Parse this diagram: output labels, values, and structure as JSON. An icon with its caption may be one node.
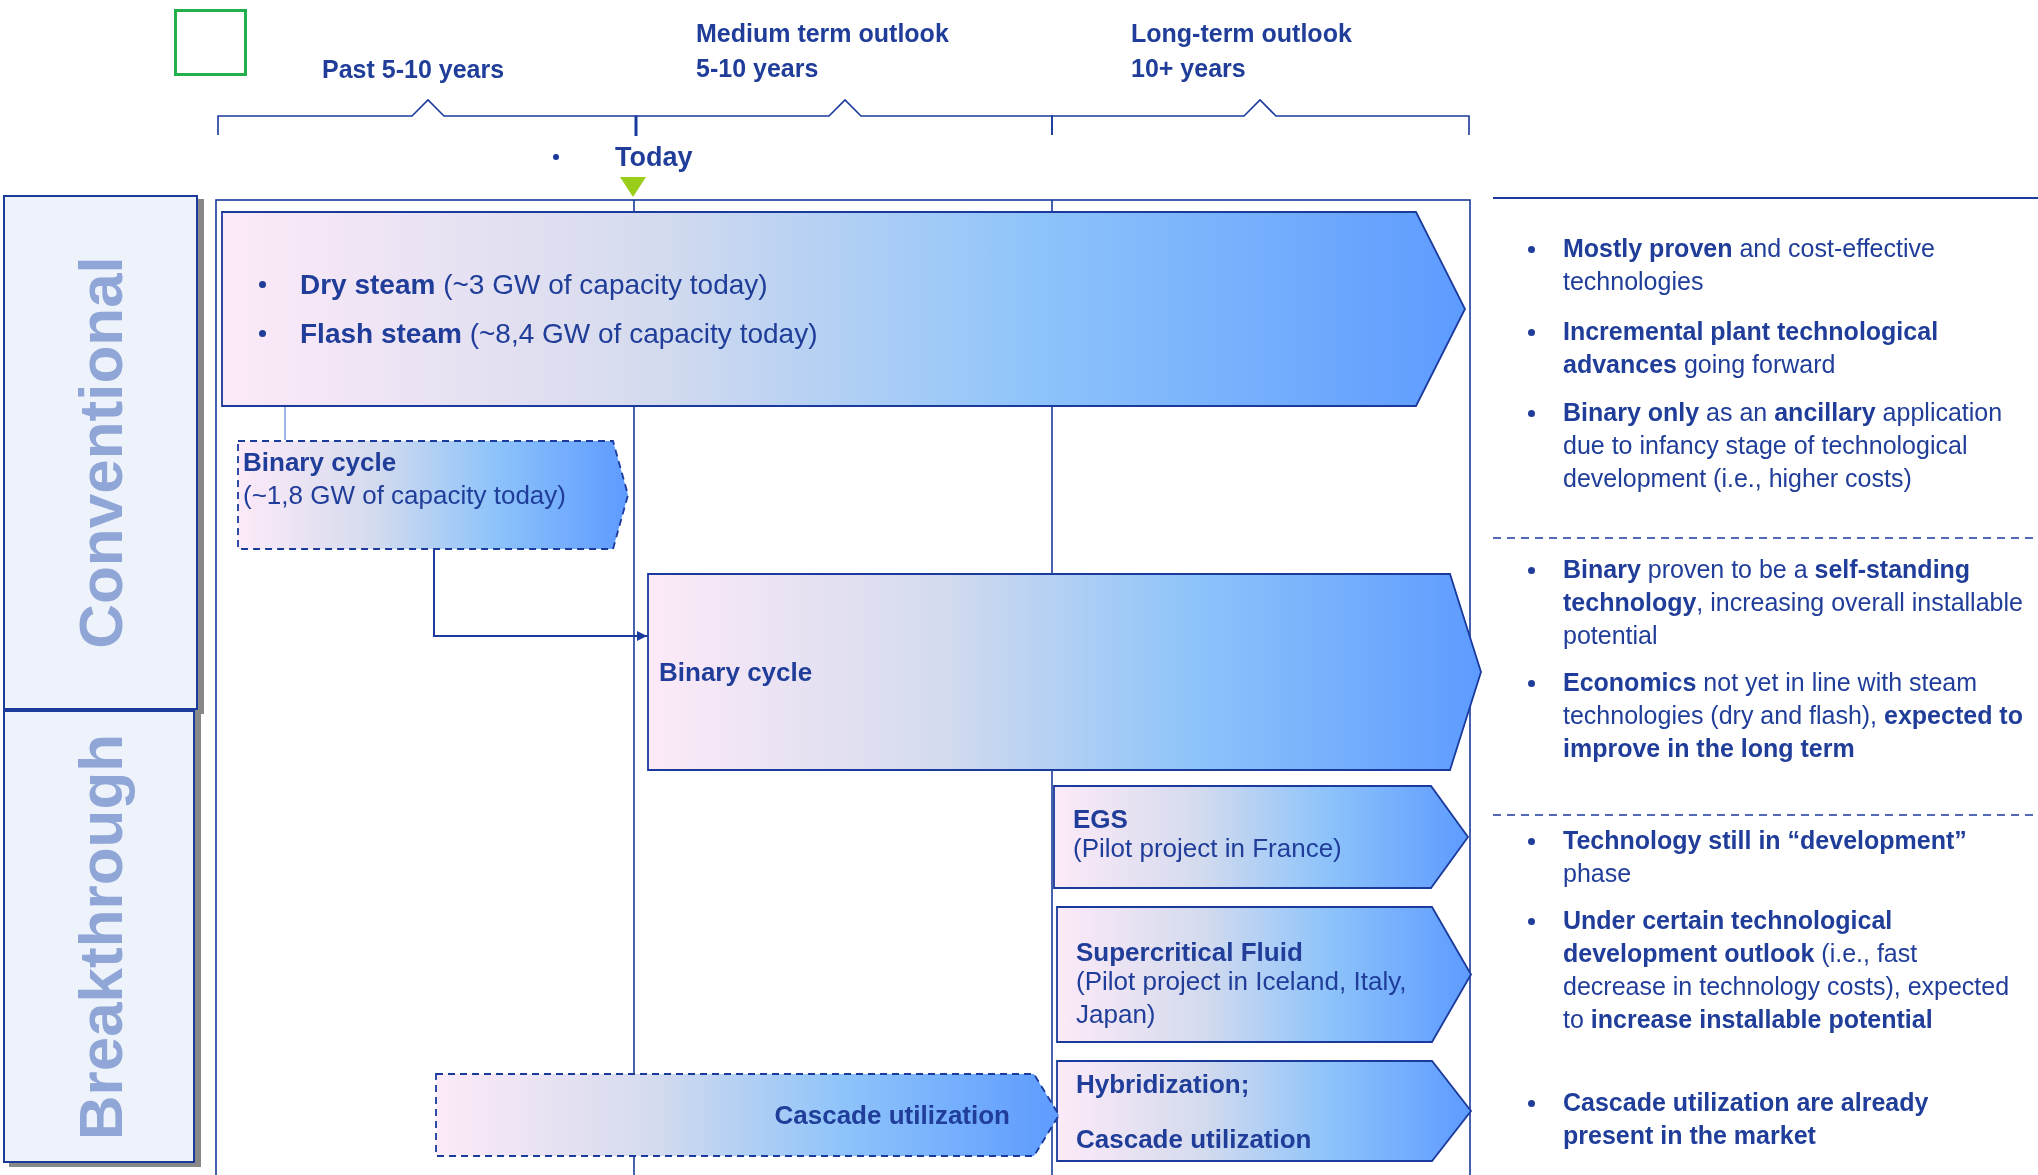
{
  "diagram": {
    "nodes": [
      {
        "text": [
          "Conventional"
        ]
      },
      {
        "text": [
          "**Dry steam** (~3 GW of capacity today)",
          "**Flash steam** (~8,4 GW of capacity today)"
        ]
      },
      {
        "text": [
          "Binary cycle",
          "(~1,8 GW of capacity today)"
        ]
      },
      {
        "text": [
          "Binary cycle"
        ]
      },
      {
        "text": [
          "Breakthrough"
        ]
      },
      {
        "text": [
          "EGS",
          "(Pilot project in France)"
        ]
      },
      {
        "text": [
          "Supercritical Fluid",
          "(Pilot project in Iceland, Italy, Japan)"
        ]
      },
      {
        "text": [
          "Hybridization;",
          "Cascade utilization"
        ]
      },
      {
        "text": [
          "Cascade utilization"
        ]
      },
      {
        "text": [],
        "shape": "box"
      }
    ],
    "edges": [
      {
        "from": 1,
        "to": 2,
        "arrow": "none"
      },
      {
        "from": 2,
        "to": 3,
        "arrow": "to"
      }
    ],
    "labels": [
      "Past 5-10 years",
      "Medium term outlook 5-10 years",
      "Long-term outlook 10+ years",
      "Today",
      "**Mostly proven** and cost-effective technologies",
      "**Incremental plant technological advances** going forward",
      "**Binary only** as an **ancillary** application due to infancy stage of technological development (i.e., higher costs)",
      "**Binary** proven to be a **self-standing technology**, increasing overall installable potential",
      "**Economics** not yet in line with steam technologies (dry and flash), **expected to improve in the long term**",
      "**Technology still in “development”** phase",
      "**Under certain technological development outlook** (i.e., fast decrease in technology costs), expected to **increase installable potential**",
      "**Cascade utilization  are already present in the market**"
    ]
  }
}
